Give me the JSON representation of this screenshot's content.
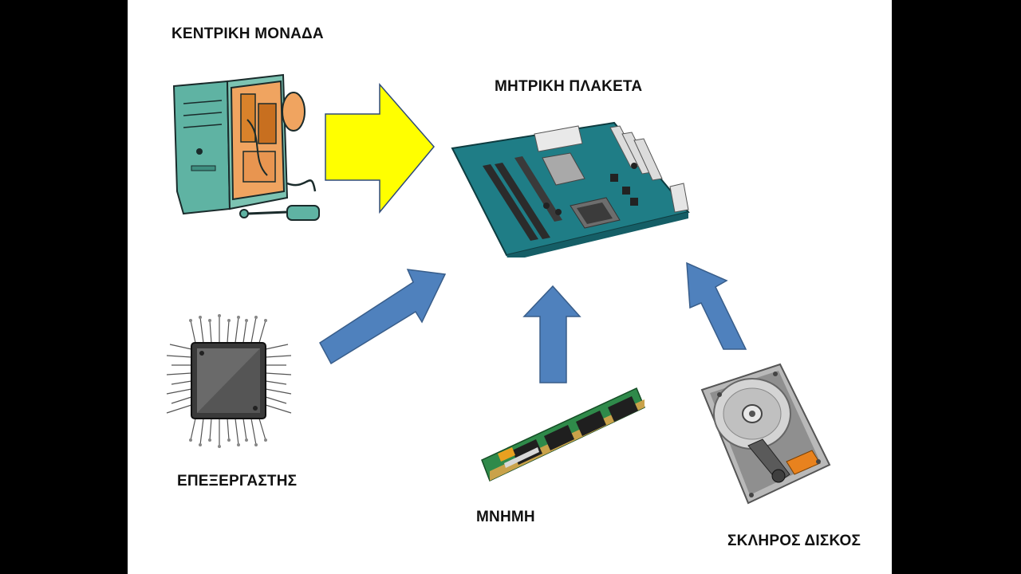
{
  "slide": {
    "labels": {
      "central_unit": "ΚΕΝΤΡΙΚΗ ΜΟΝΑΔΑ",
      "motherboard": "ΜΗΤΡΙΚΗ ΠΛΑΚΕΤΑ",
      "processor": "ΕΠΕΞΕΡΓΑΣΤΗΣ",
      "memory": "ΜΝΗΜΗ",
      "hard_disk": "ΣΚΛΗΡΟΣ ΔΙΣΚΟΣ"
    },
    "icons": {
      "central_unit": "computer-case-icon",
      "motherboard": "motherboard-icon",
      "processor": "cpu-chip-icon",
      "memory": "ram-module-icon",
      "hard_disk": "hard-disk-icon"
    },
    "colors": {
      "big_arrow_fill": "#ffff00",
      "big_arrow_stroke": "#2e4a7a",
      "blue_arrow_fill": "#4f81bd",
      "blue_arrow_stroke": "#385d8a",
      "background": "#ffffff",
      "frame": "#000000"
    }
  }
}
